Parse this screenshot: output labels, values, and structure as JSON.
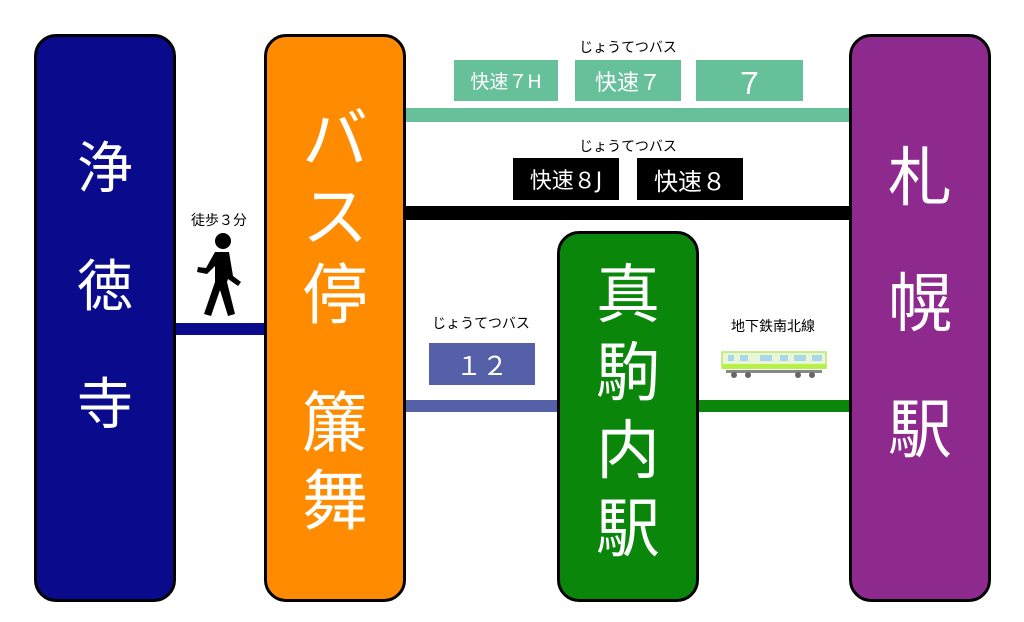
{
  "stations": {
    "jotokuji": {
      "chars": [
        "浄",
        "徳",
        "寺"
      ],
      "color": "#0a0a8c"
    },
    "bus_stop": {
      "chars_top": [
        "バ",
        "ス",
        "停"
      ],
      "chars_bottom": [
        "簾",
        "舞"
      ],
      "color": "#ff8c00"
    },
    "makomanai": {
      "chars": [
        "真",
        "駒",
        "内",
        "駅"
      ],
      "color": "#0a870a"
    },
    "sapporo": {
      "chars": [
        "札",
        "幌",
        "駅"
      ],
      "color": "#8e2a8e"
    }
  },
  "walk": {
    "label": "徒歩３分",
    "icon": "walking-person-icon"
  },
  "route_green": {
    "operator": "じょうてつバス",
    "badges": [
      "快速７H",
      "快速７",
      "７"
    ],
    "color": "#66c09a"
  },
  "route_black": {
    "operator": "じょうてつバス",
    "badges": [
      "快速８J",
      "快速８"
    ],
    "color": "#000000"
  },
  "route_blue": {
    "operator": "じょうてつバス",
    "badges": [
      "１２"
    ],
    "color": "#5560a8"
  },
  "subway": {
    "label": "地下鉄南北線",
    "icon": "subway-train-icon",
    "color": "#0a870a"
  }
}
